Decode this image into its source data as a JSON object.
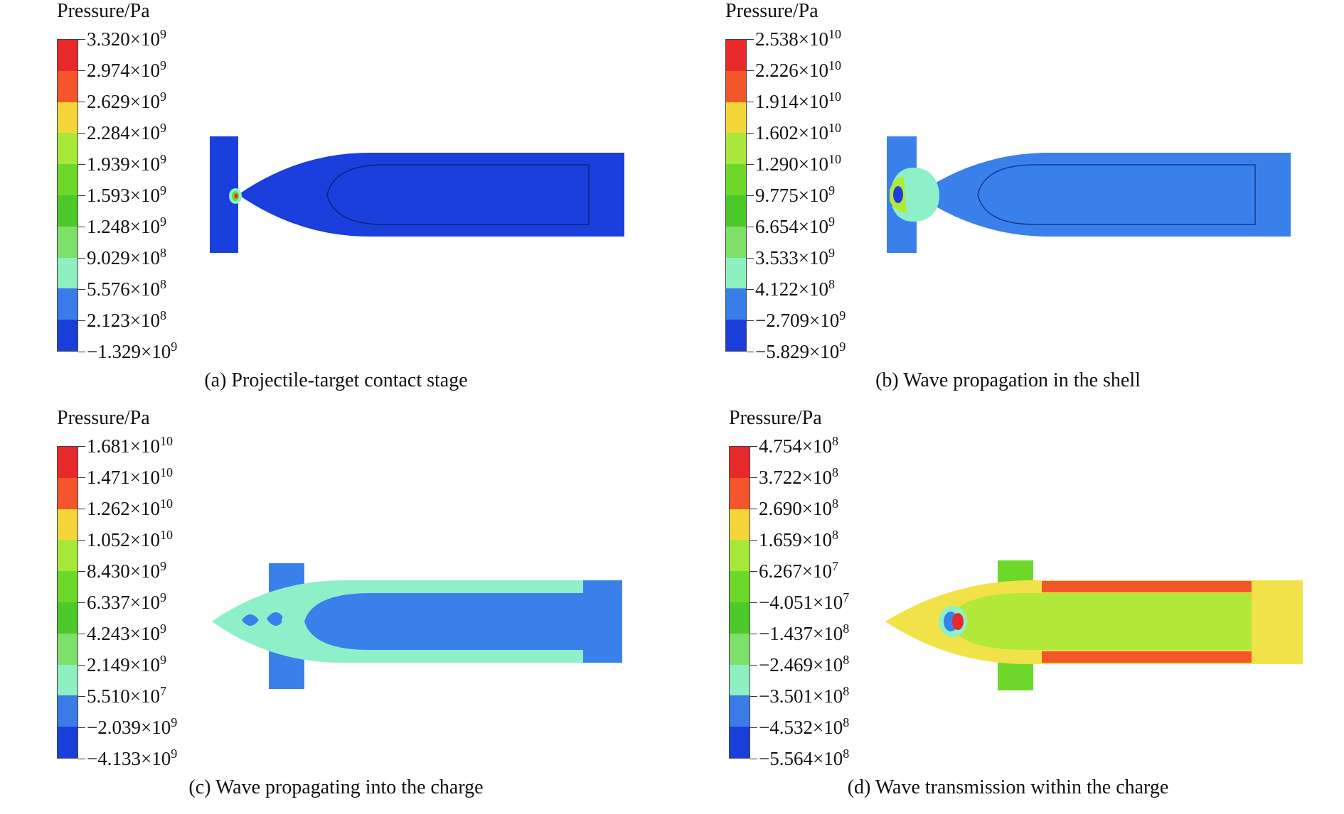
{
  "panels": [
    {
      "title": "Pressure/Pa",
      "caption": "(a) Projectile-target contact stage",
      "labels": [
        {
          "m": "3.320",
          "e": "9"
        },
        {
          "m": "2.974",
          "e": "9"
        },
        {
          "m": "2.629",
          "e": "9"
        },
        {
          "m": "2.284",
          "e": "9"
        },
        {
          "m": "1.939",
          "e": "9"
        },
        {
          "m": "1.593",
          "e": "9"
        },
        {
          "m": "1.248",
          "e": "9"
        },
        {
          "m": "9.029",
          "e": "8"
        },
        {
          "m": "5.576",
          "e": "8"
        },
        {
          "m": "2.123",
          "e": "8"
        },
        {
          "m": "−1.329",
          "e": "9"
        }
      ]
    },
    {
      "title": "Pressure/Pa",
      "caption": "(b) Wave propagation in the shell",
      "labels": [
        {
          "m": "2.538",
          "e": "10"
        },
        {
          "m": "2.226",
          "e": "10"
        },
        {
          "m": "1.914",
          "e": "10"
        },
        {
          "m": "1.602",
          "e": "10"
        },
        {
          "m": "1.290",
          "e": "10"
        },
        {
          "m": "9.775",
          "e": "9"
        },
        {
          "m": "6.654",
          "e": "9"
        },
        {
          "m": "3.533",
          "e": "9"
        },
        {
          "m": "4.122",
          "e": "8"
        },
        {
          "m": "−2.709",
          "e": "9"
        },
        {
          "m": "−5.829",
          "e": "9"
        }
      ]
    },
    {
      "title": "Pressure/Pa",
      "caption": "(c) Wave propagating into the charge",
      "labels": [
        {
          "m": "1.681",
          "e": "10"
        },
        {
          "m": "1.471",
          "e": "10"
        },
        {
          "m": "1.262",
          "e": "10"
        },
        {
          "m": "1.052",
          "e": "10"
        },
        {
          "m": "8.430",
          "e": "9"
        },
        {
          "m": "6.337",
          "e": "9"
        },
        {
          "m": "4.243",
          "e": "9"
        },
        {
          "m": "2.149",
          "e": "9"
        },
        {
          "m": "5.510",
          "e": "7"
        },
        {
          "m": "−2.039",
          "e": "9"
        },
        {
          "m": "−4.133",
          "e": "9"
        }
      ]
    },
    {
      "title": "Pressure/Pa",
      "caption": "(d) Wave transmission within the charge",
      "labels": [
        {
          "m": "4.754",
          "e": "8"
        },
        {
          "m": "3.722",
          "e": "8"
        },
        {
          "m": "2.690",
          "e": "8"
        },
        {
          "m": "1.659",
          "e": "8"
        },
        {
          "m": "6.267",
          "e": "7"
        },
        {
          "m": "−4.051",
          "e": "7"
        },
        {
          "m": "−1.437",
          "e": "8"
        },
        {
          "m": "−2.469",
          "e": "8"
        },
        {
          "m": "−3.501",
          "e": "8"
        },
        {
          "m": "−4.532",
          "e": "8"
        },
        {
          "m": "−5.564",
          "e": "8"
        }
      ]
    }
  ],
  "times_symbol": "×10",
  "colorbar_colors": [
    "#e8282a",
    "#f2562a",
    "#f5d63a",
    "#a8e83a",
    "#6ed82a",
    "#4cc82a",
    "#7ee06a",
    "#8ef0c0",
    "#3a7be8",
    "#1a3ed8"
  ],
  "colors": {
    "deep_blue": "#1a3fdc",
    "mid_blue": "#3a80ea",
    "cyan_green": "#8ef0c8",
    "yellow_green": "#b2e83a",
    "green": "#6ed82a",
    "yellow": "#f2e24a",
    "orange": "#f2562a",
    "red": "#e8282a"
  }
}
